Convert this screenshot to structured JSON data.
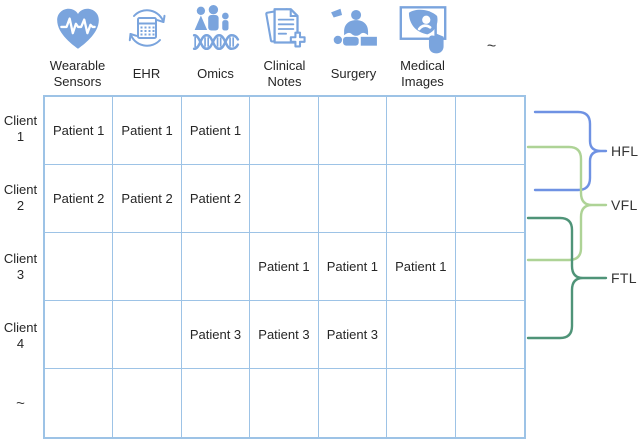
{
  "columns": [
    {
      "label": "Wearable Sensors",
      "icon": "heart-pulse-icon"
    },
    {
      "label": "EHR",
      "icon": "calendar-sync-icon"
    },
    {
      "label": "Omics",
      "icon": "family-dna-icon"
    },
    {
      "label": "Clinical Notes",
      "icon": "documents-plus-icon"
    },
    {
      "label": "Surgery",
      "icon": "operating-room-icon"
    },
    {
      "label": "Medical Images",
      "icon": "ultrasound-hand-icon"
    },
    {
      "label": "~",
      "icon": "none"
    }
  ],
  "rows": [
    {
      "label": "Client 1",
      "cells": [
        "Patient 1",
        "Patient 1",
        "Patient 1",
        "",
        "",
        "",
        ""
      ]
    },
    {
      "label": "Client 2",
      "cells": [
        "Patient 2",
        "Patient 2",
        "Patient 2",
        "",
        "",
        "",
        ""
      ]
    },
    {
      "label": "Client 3",
      "cells": [
        "",
        "",
        "",
        "Patient 1",
        "Patient 1",
        "Patient 1",
        ""
      ]
    },
    {
      "label": "Client 4",
      "cells": [
        "",
        "",
        "Patient 3",
        "Patient 3",
        "Patient 3",
        "",
        ""
      ]
    },
    {
      "label": "~",
      "cells": [
        "",
        "",
        "",
        "",
        "",
        "",
        ""
      ]
    }
  ],
  "braces": [
    {
      "label": "HFL",
      "color": "#6f92e3",
      "covers": "Client 1 - Client 2"
    },
    {
      "label": "VFL",
      "color": "#aed396",
      "covers": "Client 1 - Client 3"
    },
    {
      "label": "FTL",
      "color": "#4f9478",
      "covers": "Client 2 - Client 4"
    }
  ],
  "colors": {
    "icon_blue": "#7aa4dd",
    "grid_line": "#9dc3e6",
    "text": "#262626"
  }
}
